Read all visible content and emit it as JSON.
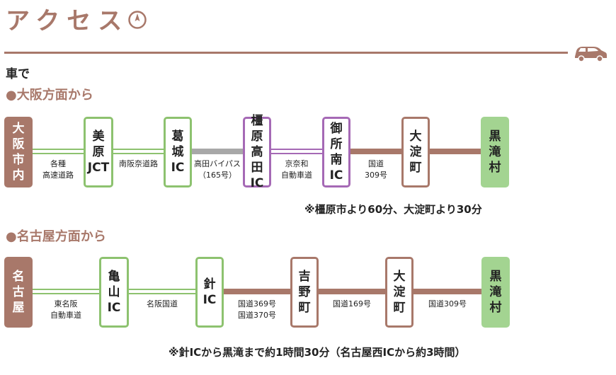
{
  "header": {
    "title": "アクセス",
    "subtitle": "車で",
    "colors": {
      "brown": "#a8786a",
      "green": "#8dc26f",
      "purple": "#a569b5",
      "green_fill": "#a3d491",
      "gray": "#a8a8a8"
    }
  },
  "osaka": {
    "heading": "●大阪方面から",
    "stops": [
      "大\n阪\n市\n内",
      "美\n原\nJCT",
      "葛\n城\nIC",
      "橿\n原\n高\n田\nIC",
      "御\n所\n南\nIC",
      "大\n淀\n町",
      "黒\n滝\n村"
    ],
    "segments": [
      "各種\n高速道路",
      "南阪奈道路",
      "高田バイパス\n（165号）",
      "京奈和\n自動車道",
      "国道\n309号",
      ""
    ],
    "note": "※橿原市より60分、大淀町より30分"
  },
  "nagoya": {
    "heading": "●名古屋方面から",
    "stops": [
      "名\n古\n屋",
      "亀\n山\nIC",
      "針\nIC",
      "吉\n野\n町",
      "大\n淀\n町",
      "黒\n滝\n村"
    ],
    "segments": [
      "東名阪\n自動車道",
      "名阪国道",
      "国道369号\n国道370号",
      "国道169号",
      "国道309号"
    ],
    "note": "※針ICから黒滝まで約1時間30分（名古屋西ICから約3時間）"
  }
}
